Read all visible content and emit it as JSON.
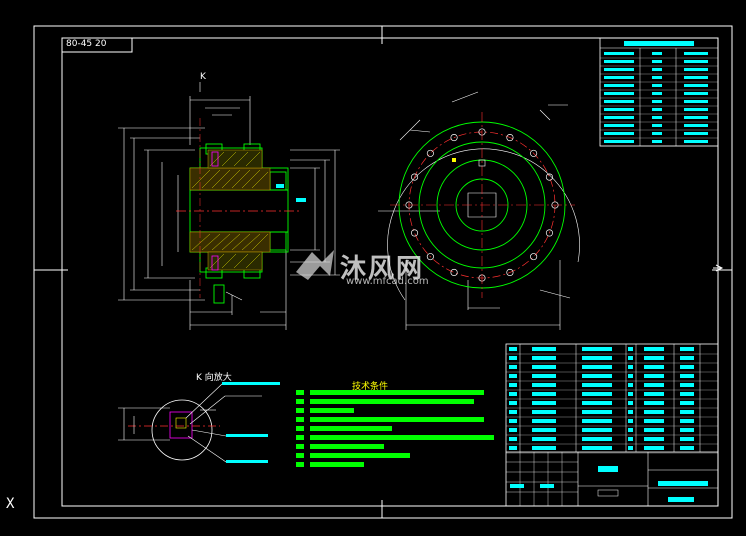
{
  "drawing": {
    "topleft_tag": "80-45 20",
    "detail_title": "K 向放大",
    "tech_title": "技术条件",
    "section_label": "K",
    "axis_letter": "X"
  },
  "watermark": {
    "text": "沐风网",
    "url": "www.mfcad.com"
  },
  "colors": {
    "background": "#000000",
    "frame": "#ffffff",
    "outline": "#00ff00",
    "dimension": "#ffffff",
    "centerline": "#ff3030",
    "hatch": "#ffff00",
    "table_cells": "#00ffff",
    "tech_bars": "#00ff00",
    "accent_magenta": "#ff00ff"
  }
}
